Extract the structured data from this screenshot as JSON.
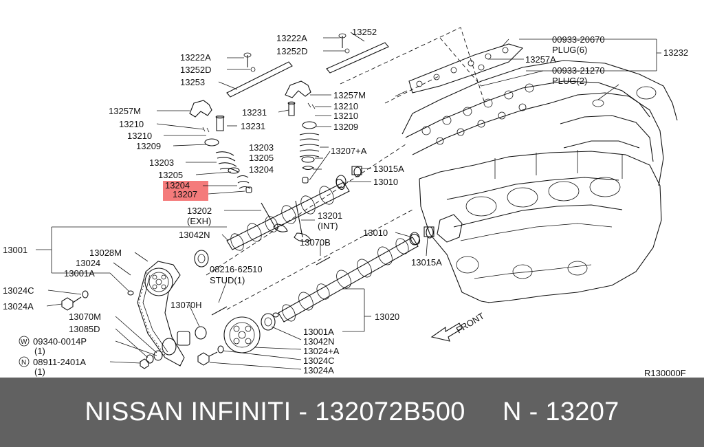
{
  "diagram": {
    "highlight_color": "#f47b7b",
    "highlight_label": "13207",
    "labels": {
      "l13222A_top": "13222A",
      "l13252": "13252",
      "l13252D_top": "13252D",
      "l00933_20670": "00933-20670",
      "lplug6": "PLUG(6)",
      "l13232": "13232",
      "l13222A": "13222A",
      "l13257A": "13257A",
      "l13252D": "13252D",
      "l00933_21270": "00933-21270",
      "lplug2": "PLUG(2)",
      "l13253": "13253",
      "l13257M_r": "13257M",
      "l13210_r1": "13210",
      "l13257M_l": "13257M",
      "l13231_a": "13231",
      "l13210_r2": "13210",
      "l13210_l1": "13210",
      "l13231_b": "13231",
      "l13209_r": "13209",
      "l13210_l2": "13210",
      "l13209_l": "13209",
      "l13203_r": "13203",
      "l13207A": "13207+A",
      "l13205_r": "13205",
      "l13203_l": "13203",
      "l13204_r": "13204",
      "l13015A_top": "13015A",
      "l13205_l": "13205",
      "l13010_top": "13010",
      "l13204_l": "13204",
      "l13202": "13202",
      "l13201": "13201",
      "lexh": "(EXH)",
      "lint": "(INT)",
      "l13042N_top": "13042N",
      "l13010_mid": "13010",
      "l13001": "13001",
      "l13070B": "13070B",
      "l13028M": "13028M",
      "l13015A_mid": "13015A",
      "l13024": "13024",
      "l08216": "08216-62510",
      "l13001A_l": "13001A",
      "lstud": "STUD(1)",
      "l13024C_l": "13024C",
      "l13024A_l": "13024A",
      "l13070H": "13070H",
      "l13020": "13020",
      "l13070M": "13070M",
      "l13085D": "13085D",
      "l13001A_r": "13001A",
      "lfront": "FRONT",
      "lw_code": "W",
      "l09340": "09340-0014P",
      "l13042N_b": "13042N",
      "lq1a": "(1)",
      "l13024A_plus": "13024+A",
      "ln_code": "N",
      "l08911": "08911-2401A",
      "l13024C_b": "13024C",
      "lq1b": "(1)",
      "l13024A_b": "13024A",
      "lref": "R130000F"
    }
  },
  "footer": {
    "text": "NISSAN INFINITI - 132072B500     N - 13207"
  }
}
